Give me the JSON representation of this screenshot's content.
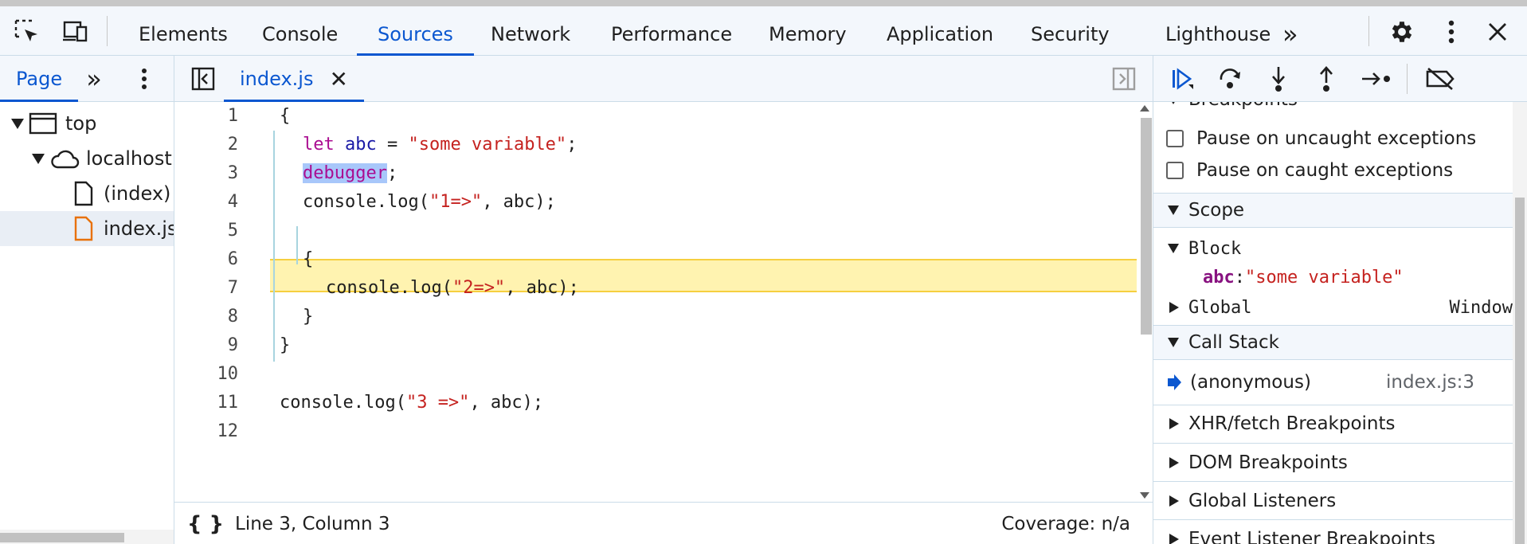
{
  "toolbar": {
    "tabs": [
      "Elements",
      "Console",
      "Sources",
      "Network",
      "Performance",
      "Memory",
      "Application",
      "Security",
      "Lighthouse"
    ],
    "active_tab": "Sources",
    "more_tabs_glyph": "»"
  },
  "navigator": {
    "tab_label": "Page",
    "more_glyph": "»",
    "tree": [
      {
        "label": "top",
        "icon": "frame-icon"
      },
      {
        "label": "localhost",
        "icon": "cloud-icon"
      },
      {
        "label": "(index)",
        "icon": "file-icon"
      },
      {
        "label": "index.js",
        "icon": "js-file-icon"
      }
    ]
  },
  "editor": {
    "file_tab": "index.js",
    "close_glyph": "✕",
    "line_numbers": [
      "1",
      "2",
      "3",
      "4",
      "5",
      "6",
      "7",
      "8",
      "9",
      "10",
      "11",
      "12"
    ],
    "code": {
      "l1": "{",
      "l2_kw": "let",
      "l2_var": "abc",
      "l2_eq": " = ",
      "l2_str": "\"some variable\"",
      "l2_end": ";",
      "l3_kw": "debugger",
      "l3_end": ";",
      "l4_a": "console.log(",
      "l4_str": "\"1=>\"",
      "l4_b": ", abc);",
      "l6": "{",
      "l7_a": "console.log(",
      "l7_str": "\"2=>\"",
      "l7_b": ", abc);",
      "l8": "}",
      "l9": "}",
      "l11_a": "console.log(",
      "l11_str": "\"3 =>\"",
      "l11_b": ", abc);"
    },
    "status": {
      "format_glyph": "{ }",
      "position": "Line 3, Column 3",
      "coverage": "Coverage: n/a"
    }
  },
  "debugger": {
    "breakpoints_header": "Breakpoints",
    "pause_uncaught": "Pause on uncaught exceptions",
    "pause_caught": "Pause on caught exceptions",
    "scope_header": "Scope",
    "block_label": "Block",
    "var_name": "abc",
    "var_sep": ": ",
    "var_value": "\"some variable\"",
    "global_label": "Global",
    "global_value": "Window",
    "callstack_header": "Call Stack",
    "frame_name": "(anonymous)",
    "frame_location": "index.js:3",
    "sections": [
      "XHR/fetch Breakpoints",
      "DOM Breakpoints",
      "Global Listeners",
      "Event Listener Breakpoints"
    ]
  },
  "colors": {
    "accent": "#0b57d0",
    "keyword": "#aa0d91",
    "string": "#c5221f",
    "variable": "#1a1aa6",
    "paused_line": "#fff3b0",
    "paused_line_border": "#f6cf3f",
    "toolbar_bg": "#f3f7fc"
  }
}
